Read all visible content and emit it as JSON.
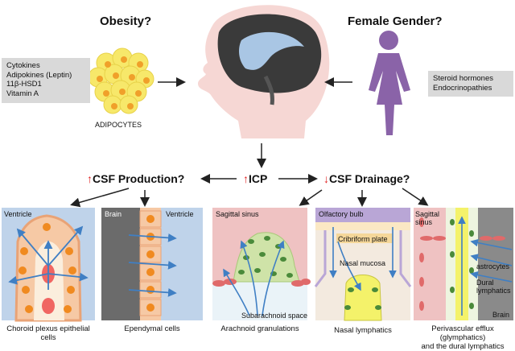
{
  "top": {
    "obesity_title": "Obesity?",
    "female_title": "Female Gender?",
    "left_box": [
      "Cytokines",
      "Adipokines (Leptin)",
      "11β-HSD1",
      "Vitamin A"
    ],
    "right_box": [
      "Steroid hormones",
      "Endocrinopathies"
    ],
    "adipocytes_label": "ADIPOCYTES"
  },
  "middle": {
    "csf_production": "CSF Production?",
    "icp": "ICP",
    "csf_drainage": "CSF Drainage?",
    "up_arrow": "↑",
    "down_arrow": "↓"
  },
  "panels": {
    "choroid": {
      "label": "Ventricle",
      "caption": [
        "Choroid plexus epithelial",
        "cells"
      ]
    },
    "ependymal": {
      "label_left": "Brain",
      "label_right": "Ventricle",
      "caption": [
        "Ependymal cells"
      ]
    },
    "arachnoid": {
      "label": "Sagittal sinus",
      "sub_label": "Subarachnoid space",
      "caption": [
        "Arachnoid granulations"
      ]
    },
    "nasal": {
      "label": "Olfactory bulb",
      "cribriform": "Cribriform plate",
      "mucosa": "Nasal mucosa",
      "caption": [
        "Nasal lymphatics"
      ]
    },
    "perivascular": {
      "label": [
        "Sagittal",
        "sinus"
      ],
      "astrocytes": "astrocytes",
      "dural": [
        "Dural",
        "lymphatics"
      ],
      "brain": "Brain",
      "caption": [
        "Perivascular efflux (glymphatics)",
        "and the dural lymphatics"
      ]
    }
  },
  "colors": {
    "adipocyte": "#f7e86a",
    "adipocyte_core": "#f0a02a",
    "female": "#8a63a8",
    "brain_dark": "#3a3a3a",
    "brain_light": "#a9c6e4",
    "head": "#f6d7d4",
    "arrow": "#222222",
    "blue_arrow": "#3f7fc4",
    "panel_blue": "#bfd3ea",
    "panel_pink": "#efc2c2",
    "panel_orange": "#f6c9a5",
    "red": "#e02020"
  }
}
